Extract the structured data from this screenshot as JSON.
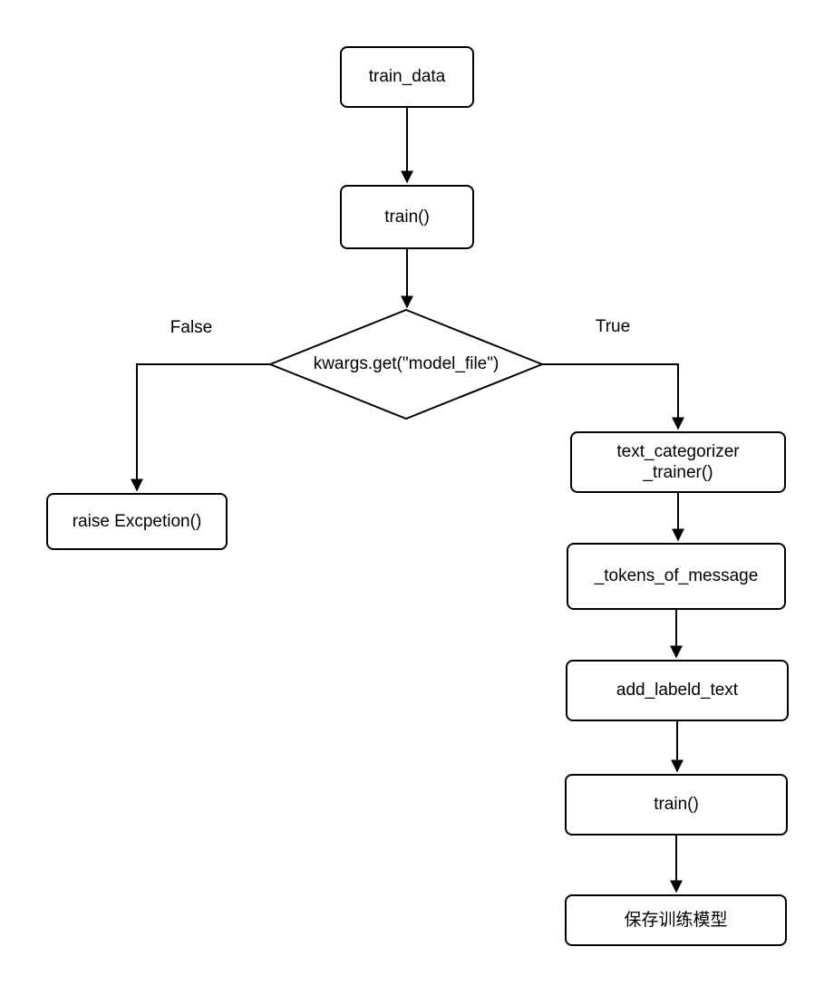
{
  "diagram": {
    "type": "flowchart",
    "colors": {
      "background": "#ffffff",
      "node_fill": "#ffffff",
      "stroke": "#000000",
      "text": "#000000"
    },
    "nodes": {
      "train_data": "train_data",
      "train_top": "train()",
      "decision": "kwargs.get(\"model_file\")",
      "raise_exception": "raise Excpetion()",
      "text_categorizer_trainer": "text_categorizer\n_trainer()",
      "tokens_of_message": "_tokens_of_message",
      "add_labeld_text": "add_labeld_text",
      "train_bottom": "train()",
      "save_model": "保存训练模型"
    },
    "edge_labels": {
      "false_branch": "False",
      "true_branch": "True"
    }
  }
}
